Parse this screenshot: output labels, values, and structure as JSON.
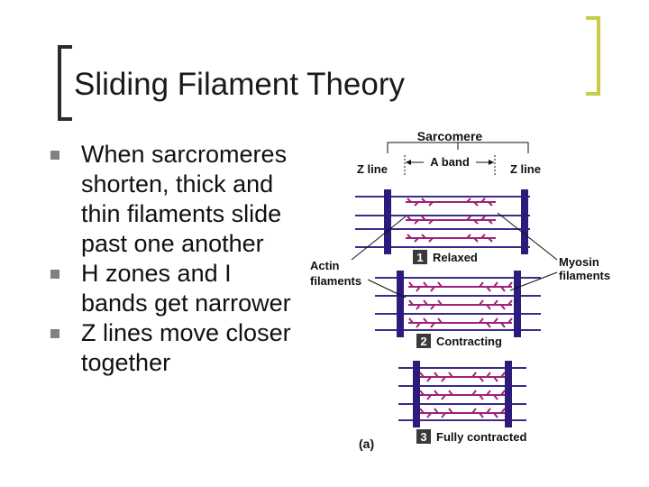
{
  "slide": {
    "title": "Sliding Filament Theory",
    "accent_color": "#c9c94a",
    "bracket_color": "#2b2b2b",
    "bullets": [
      {
        "lines": [
          "When sarcromeres",
          "shorten, thick and",
          "thin filaments slide",
          "past one another"
        ]
      },
      {
        "lines": [
          "H zones and I",
          "bands get narrower"
        ]
      },
      {
        "lines": [
          "Z lines move closer",
          "together"
        ]
      }
    ]
  },
  "figure": {
    "sarcomere_label": "Sarcomere",
    "a_band_label": "A band",
    "z_line_left": "Z line",
    "z_line_right": "Z line",
    "actin_label_1": "Actin",
    "actin_label_2": "filaments",
    "myosin_label_1": "Myosin",
    "myosin_label_2": "filaments",
    "panel_label": "(a)",
    "actin_color": "#3a2a8c",
    "myosin_color": "#a0207a",
    "zline_color": "#2e1a78",
    "stages": [
      {
        "num": "1",
        "label": "Relaxed"
      },
      {
        "num": "2",
        "label": "Contracting"
      },
      {
        "num": "3",
        "label": "Fully contracted"
      }
    ]
  }
}
